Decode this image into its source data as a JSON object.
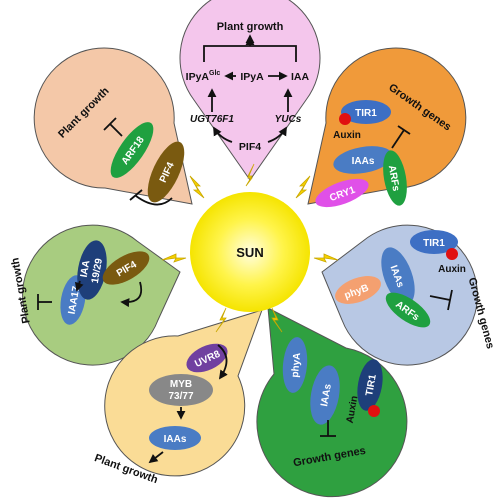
{
  "sun": {
    "label": "SUN"
  },
  "petals": {
    "top": {
      "title": "Plant growth",
      "ipya_glc": "IPyA",
      "glc_sup": "Glc",
      "ipya": "IPyA",
      "iaa": "IAA",
      "ugt": "UGT76F1",
      "yucs": "YUCs",
      "pif4": "PIF4"
    },
    "top_left": {
      "title": "Plant growth",
      "arf18": "ARF18",
      "pif4": "PIF4"
    },
    "top_right": {
      "title": "Growth genes",
      "tir1": "TIR1",
      "auxin": "Auxin",
      "iaas": "IAAs",
      "arfs": "ARFs",
      "cry1": "CRY1"
    },
    "left": {
      "title": "Plant growth",
      "pif4": "PIF4",
      "iaa1929_a": "IAA",
      "iaa1929_b": "19/29",
      "iaa17": "IAA17"
    },
    "right": {
      "title": "Growth genes",
      "tir1": "TIR1",
      "auxin": "Auxin",
      "iaas": "IAAs",
      "phyb": "phyB",
      "arfs": "ARFs"
    },
    "bottom_left": {
      "title": "Plant growth",
      "uvr8": "UVR8",
      "myb_a": "MYB",
      "myb_b": "73/77",
      "iaas": "IAAs"
    },
    "bottom_right": {
      "title": "Growth genes",
      "phya": "phyA",
      "iaas": "IAAs",
      "tir1": "TIR1",
      "auxin": "Auxin"
    }
  },
  "colors": {
    "top": "#f4c6ec",
    "top_left": "#f4c8a8",
    "top_right": "#f09a3a",
    "left": "#a8cc80",
    "right": "#b8c8e4",
    "bottom_left": "#fadc96",
    "bottom_right": "#2fa040",
    "sun": "#fff200",
    "green_protein": "#1fa040",
    "blue_protein": "#4a7cc4",
    "brown_protein": "#7a5a10",
    "auxin": "#e01010"
  }
}
